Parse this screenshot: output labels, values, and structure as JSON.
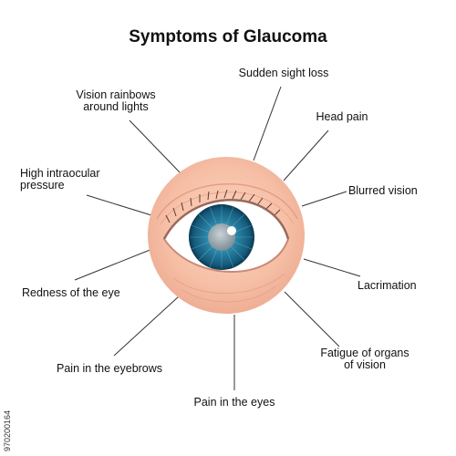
{
  "title": "Symptoms of Glaucoma",
  "labels": {
    "sudden_sight_loss": "Sudden sight loss",
    "vision_rainbows_1": "Vision rainbows",
    "vision_rainbows_2": "around lights",
    "head_pain": "Head pain",
    "high_iop_1": "High intraocular",
    "high_iop_2": "pressure",
    "blurred_vision": "Blurred vision",
    "lacrimation": "Lacrimation",
    "redness": "Redness of the eye",
    "fatigue_1": "Fatigue of organs",
    "fatigue_2": "of vision",
    "pain_eyebrows": "Pain in the eyebrows",
    "pain_eyes": "Pain in the eyes"
  },
  "stock_id": "970200164",
  "colors": {
    "skin": "#f6bfa6",
    "skin_shadow": "#e8a890",
    "iris": "#1e6d8e",
    "iris_dark": "#0d3f5a",
    "pupil": "#8a9aa3",
    "sclera": "#ffffff",
    "line": "#333333"
  }
}
